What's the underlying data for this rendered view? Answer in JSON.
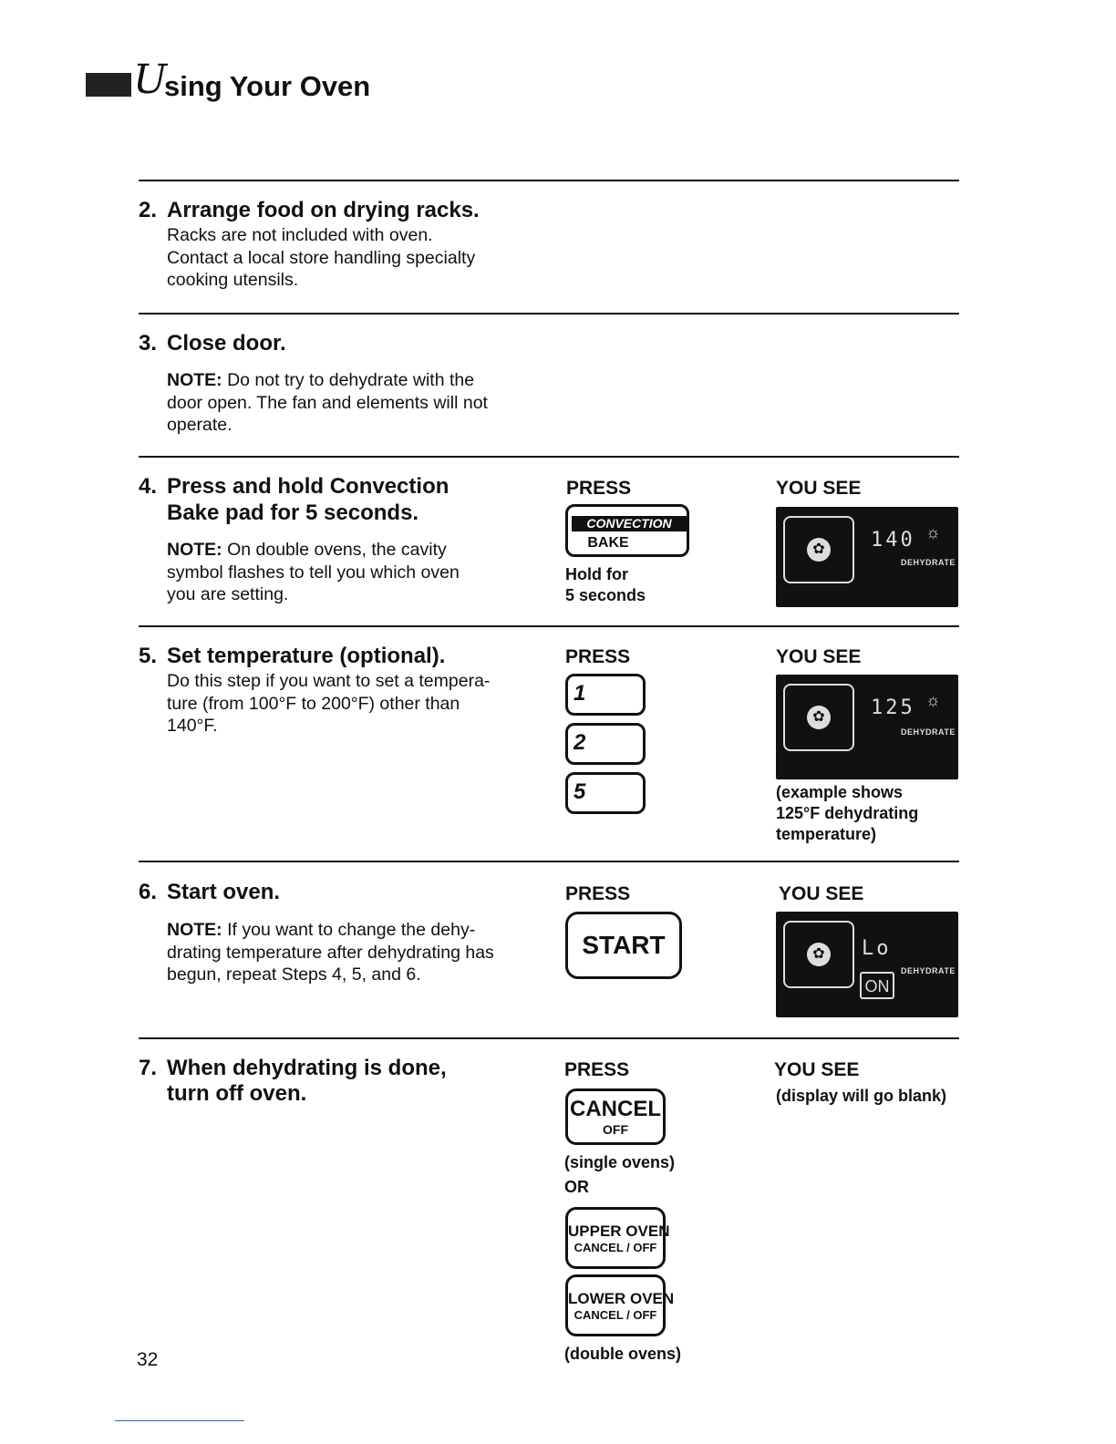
{
  "header": {
    "icon": "oven-logo-icon",
    "script_letter": "U",
    "title": "sing Your Oven"
  },
  "labels": {
    "press": "PRESS",
    "you_see": "YOU SEE"
  },
  "steps": {
    "s2": {
      "num": "2.",
      "title": "Arrange food on drying racks.",
      "body": [
        "Racks are not included with oven.",
        "Contact a local store handling specialty",
        "cooking utensils."
      ]
    },
    "s3": {
      "num": "3.",
      "title": "Close door.",
      "note_label": "NOTE:",
      "note": [
        " Do not try to dehydrate with the",
        "door open. The fan and elements will not",
        "operate."
      ]
    },
    "s4": {
      "num": "4.",
      "title": [
        "Press and hold Convection",
        "Bake pad for 5 seconds."
      ],
      "note_label": "NOTE:",
      "note": [
        " On double ovens, the cavity",
        "symbol flashes to tell you which oven",
        "you are setting."
      ],
      "pad_top": "CONVECTION",
      "pad_bottom": "BAKE",
      "caption": [
        "Hold for",
        "5 seconds"
      ],
      "display": {
        "digits": "140",
        "tag": "DEHYDRATE"
      }
    },
    "s5": {
      "num": "5.",
      "title": "Set temperature (optional).",
      "body": [
        "Do this step if you want to set a tempera-",
        "ture (from 100°F to 200°F) other than",
        "140°F."
      ],
      "pads": [
        "1",
        "2",
        "5"
      ],
      "display": {
        "digits": "125",
        "tag": "DEHYDRATE"
      },
      "caption": [
        "(example shows",
        "125°F dehydrating",
        "temperature)"
      ]
    },
    "s6": {
      "num": "6.",
      "title": "Start oven.",
      "note_label": "NOTE:",
      "note": [
        " If you want to change the dehy-",
        "drating temperature after dehydrating has",
        "begun, repeat Steps 4, 5, and 6."
      ],
      "pad": "START",
      "display": {
        "digits": "Lo",
        "tag": "DEHYDRATE",
        "on": "ON"
      }
    },
    "s7": {
      "num": "7.",
      "title": [
        "When dehydrating is done,",
        "turn off oven."
      ],
      "cancel_top": "CANCEL",
      "cancel_bottom": "OFF",
      "single_caption": "(single ovens)",
      "or": "OR",
      "upper_top": "UPPER OVEN",
      "upper_bottom": "CANCEL / OFF",
      "lower_top": "LOWER OVEN",
      "lower_bottom": "CANCEL / OFF",
      "double_caption": "(double ovens)",
      "you_see_caption": "(display will go blank)"
    }
  },
  "page_number": "32"
}
